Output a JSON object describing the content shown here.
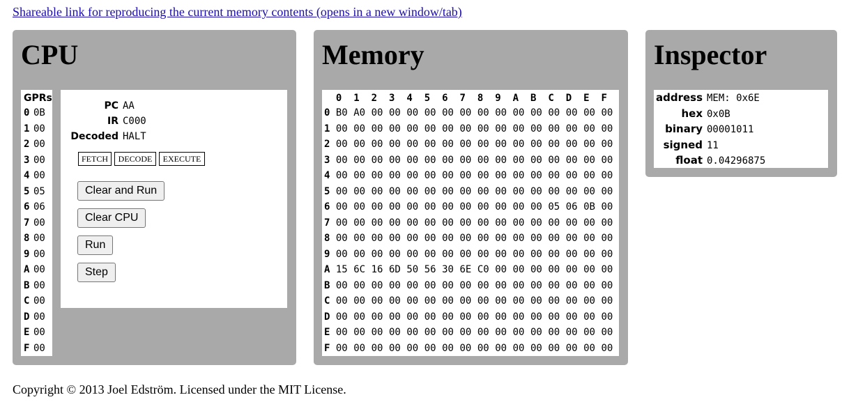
{
  "top_link": "Shareable link for reproducing the current memory contents (opens in a new window/tab)",
  "cpu": {
    "title": "CPU",
    "gprs_header": "GPRs",
    "gprs": [
      {
        "reg": "0",
        "val": "0B"
      },
      {
        "reg": "1",
        "val": "00"
      },
      {
        "reg": "2",
        "val": "00"
      },
      {
        "reg": "3",
        "val": "00"
      },
      {
        "reg": "4",
        "val": "00"
      },
      {
        "reg": "5",
        "val": "05"
      },
      {
        "reg": "6",
        "val": "06"
      },
      {
        "reg": "7",
        "val": "00"
      },
      {
        "reg": "8",
        "val": "00"
      },
      {
        "reg": "9",
        "val": "00"
      },
      {
        "reg": "A",
        "val": "00"
      },
      {
        "reg": "B",
        "val": "00"
      },
      {
        "reg": "C",
        "val": "00"
      },
      {
        "reg": "D",
        "val": "00"
      },
      {
        "reg": "E",
        "val": "00"
      },
      {
        "reg": "F",
        "val": "00"
      }
    ],
    "pc_label": "PC",
    "pc": "AA",
    "ir_label": "IR",
    "ir": "C000",
    "decoded_label": "Decoded",
    "decoded": "HALT",
    "stages": [
      "FETCH",
      "DECODE",
      "EXECUTE"
    ],
    "buttons": {
      "clear_and_run": "Clear and Run",
      "clear_cpu": "Clear CPU",
      "run": "Run",
      "step": "Step"
    }
  },
  "memory": {
    "title": "Memory",
    "col_headers": [
      "0",
      "1",
      "2",
      "3",
      "4",
      "5",
      "6",
      "7",
      "8",
      "9",
      "A",
      "B",
      "C",
      "D",
      "E",
      "F"
    ],
    "rows": [
      {
        "label": "0",
        "cells": [
          "B0",
          "A0",
          "00",
          "00",
          "00",
          "00",
          "00",
          "00",
          "00",
          "00",
          "00",
          "00",
          "00",
          "00",
          "00",
          "00"
        ]
      },
      {
        "label": "1",
        "cells": [
          "00",
          "00",
          "00",
          "00",
          "00",
          "00",
          "00",
          "00",
          "00",
          "00",
          "00",
          "00",
          "00",
          "00",
          "00",
          "00"
        ]
      },
      {
        "label": "2",
        "cells": [
          "00",
          "00",
          "00",
          "00",
          "00",
          "00",
          "00",
          "00",
          "00",
          "00",
          "00",
          "00",
          "00",
          "00",
          "00",
          "00"
        ]
      },
      {
        "label": "3",
        "cells": [
          "00",
          "00",
          "00",
          "00",
          "00",
          "00",
          "00",
          "00",
          "00",
          "00",
          "00",
          "00",
          "00",
          "00",
          "00",
          "00"
        ]
      },
      {
        "label": "4",
        "cells": [
          "00",
          "00",
          "00",
          "00",
          "00",
          "00",
          "00",
          "00",
          "00",
          "00",
          "00",
          "00",
          "00",
          "00",
          "00",
          "00"
        ]
      },
      {
        "label": "5",
        "cells": [
          "00",
          "00",
          "00",
          "00",
          "00",
          "00",
          "00",
          "00",
          "00",
          "00",
          "00",
          "00",
          "00",
          "00",
          "00",
          "00"
        ]
      },
      {
        "label": "6",
        "cells": [
          "00",
          "00",
          "00",
          "00",
          "00",
          "00",
          "00",
          "00",
          "00",
          "00",
          "00",
          "00",
          "05",
          "06",
          "0B",
          "00"
        ]
      },
      {
        "label": "7",
        "cells": [
          "00",
          "00",
          "00",
          "00",
          "00",
          "00",
          "00",
          "00",
          "00",
          "00",
          "00",
          "00",
          "00",
          "00",
          "00",
          "00"
        ]
      },
      {
        "label": "8",
        "cells": [
          "00",
          "00",
          "00",
          "00",
          "00",
          "00",
          "00",
          "00",
          "00",
          "00",
          "00",
          "00",
          "00",
          "00",
          "00",
          "00"
        ]
      },
      {
        "label": "9",
        "cells": [
          "00",
          "00",
          "00",
          "00",
          "00",
          "00",
          "00",
          "00",
          "00",
          "00",
          "00",
          "00",
          "00",
          "00",
          "00",
          "00"
        ]
      },
      {
        "label": "A",
        "cells": [
          "15",
          "6C",
          "16",
          "6D",
          "50",
          "56",
          "30",
          "6E",
          "C0",
          "00",
          "00",
          "00",
          "00",
          "00",
          "00",
          "00"
        ]
      },
      {
        "label": "B",
        "cells": [
          "00",
          "00",
          "00",
          "00",
          "00",
          "00",
          "00",
          "00",
          "00",
          "00",
          "00",
          "00",
          "00",
          "00",
          "00",
          "00"
        ]
      },
      {
        "label": "C",
        "cells": [
          "00",
          "00",
          "00",
          "00",
          "00",
          "00",
          "00",
          "00",
          "00",
          "00",
          "00",
          "00",
          "00",
          "00",
          "00",
          "00"
        ]
      },
      {
        "label": "D",
        "cells": [
          "00",
          "00",
          "00",
          "00",
          "00",
          "00",
          "00",
          "00",
          "00",
          "00",
          "00",
          "00",
          "00",
          "00",
          "00",
          "00"
        ]
      },
      {
        "label": "E",
        "cells": [
          "00",
          "00",
          "00",
          "00",
          "00",
          "00",
          "00",
          "00",
          "00",
          "00",
          "00",
          "00",
          "00",
          "00",
          "00",
          "00"
        ]
      },
      {
        "label": "F",
        "cells": [
          "00",
          "00",
          "00",
          "00",
          "00",
          "00",
          "00",
          "00",
          "00",
          "00",
          "00",
          "00",
          "00",
          "00",
          "00",
          "00"
        ]
      }
    ]
  },
  "inspector": {
    "title": "Inspector",
    "fields": [
      {
        "key": "address",
        "value": "MEM: 0x6E"
      },
      {
        "key": "hex",
        "value": "0x0B"
      },
      {
        "key": "binary",
        "value": "00001011"
      },
      {
        "key": "signed",
        "value": "11"
      },
      {
        "key": "float",
        "value": "0.04296875"
      }
    ]
  },
  "footer": "Copyright © 2013 Joel Edström. Licensed under the MIT License."
}
